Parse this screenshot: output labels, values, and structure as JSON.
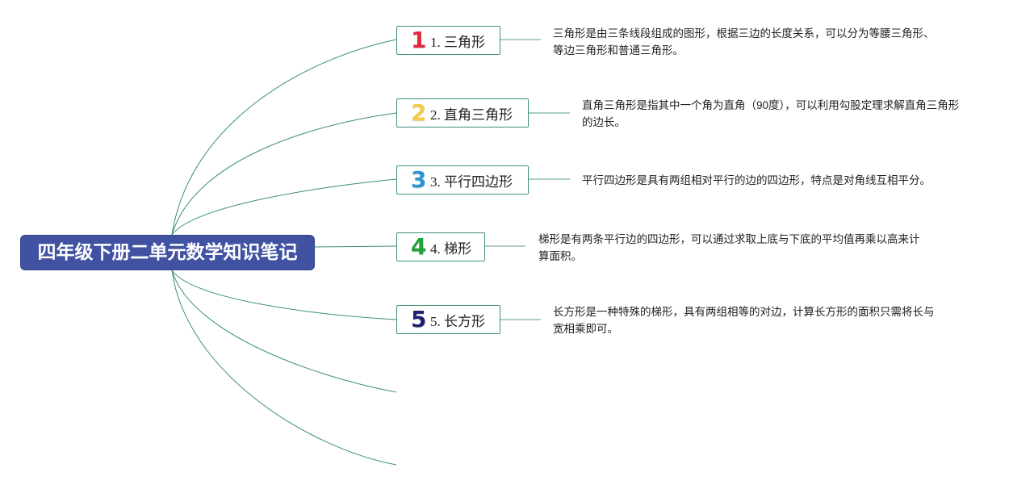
{
  "central_topic": {
    "label": "四年级下册二单元数学知识笔记"
  },
  "topics": [
    {
      "icon": "1",
      "icon_color": "#e02a3b",
      "label": "1. 三角形",
      "note": [
        "三角形是由三条线段组成的图形，根据三边的长度关系，可以分为等腰三角形、",
        "等边三角形和普通三角形。"
      ]
    },
    {
      "icon": "2",
      "icon_color": "#f3cc4a",
      "label": "2. 直角三角形",
      "note": [
        "直角三角形是指其中一个角为直角（90度），可以利用勾股定理求解直角三角形",
        "的边长。"
      ]
    },
    {
      "icon": "3",
      "icon_color": "#2b95d6",
      "label": "3. 平行四边形",
      "note": [
        "平行四边形是具有两组相对平行的边的四边形，特点是对角线互相平分。"
      ]
    },
    {
      "icon": "4",
      "icon_color": "#23a23a",
      "label": "4. 梯形",
      "note": [
        "梯形是有两条平行边的四边形，可以通过求取上底与下底的平均值再乘以高来计",
        "算面积。"
      ]
    },
    {
      "icon": "5",
      "icon_color": "#1c2470",
      "label": "5. 长方形",
      "note": [
        "长方形是一种特殊的梯形，具有两组相等的对边，计算长方形的面积只需将长与",
        "宽相乘即可。"
      ]
    }
  ],
  "theme": {
    "central_color": "#4152a2",
    "branch_color": "#3f8f78"
  }
}
